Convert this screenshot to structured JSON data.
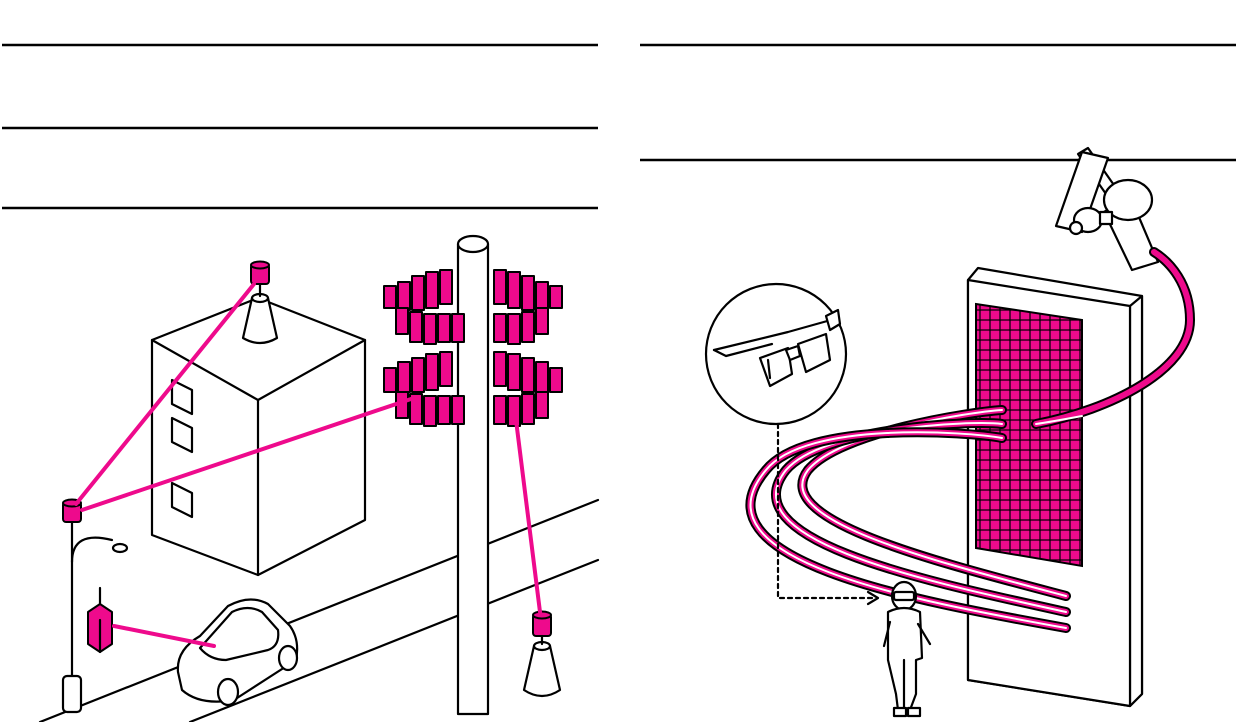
{
  "accent_color": "#ee0a8c",
  "left_illustration": {
    "elements": [
      "building",
      "rooftop-antenna",
      "street-lamp",
      "lamp-antenna",
      "small-cell-box",
      "connected-car",
      "cell-tower",
      "tower-antenna-arrays",
      "ground-antenna",
      "road"
    ]
  },
  "right_illustration": {
    "elements": [
      "satellite",
      "building",
      "antenna-grid-facade",
      "signal-waves",
      "person-with-ar-glasses",
      "ar-glasses-callout"
    ]
  }
}
